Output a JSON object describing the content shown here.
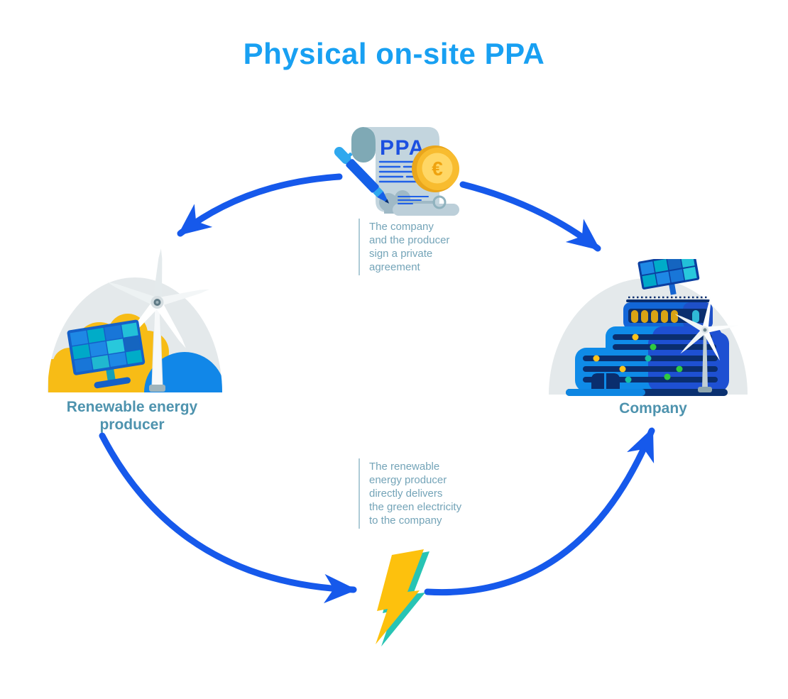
{
  "title": "Physical on-site PPA",
  "agreement": {
    "doc_label": "PPA",
    "coin_symbol": "€",
    "caption": {
      "lines": [
        "The company",
        "and the producer",
        "sign a private",
        "agreement"
      ]
    }
  },
  "producer": {
    "label_line1": "Renewable energy",
    "label_line2": "producer"
  },
  "company": {
    "label": "Company"
  },
  "delivery": {
    "caption": {
      "lines": [
        "The renewable",
        "energy producer",
        "directly delivers",
        "the green electricity",
        "to the company"
      ]
    }
  },
  "colors": {
    "title_blue": "#18A0F2",
    "arrow_blue": "#1659EB",
    "label_teal": "#4E93AE",
    "caption_teal": "#74A4B8",
    "document_gray_blue": "#C3D5DE",
    "document_curl": "#7FA9B5",
    "ppa_text_blue": "#1C50E0",
    "coin_gold": "#F8BC2F",
    "coin_face": "#FFD765",
    "lightning_yellow": "#FDC10D",
    "lightning_teal": "#28C4B4",
    "building_bright_blue": "#0F8BE8",
    "building_royal_blue": "#1E50D2",
    "building_navy": "#0A2E6E",
    "hill_yellow": "#F7BC16",
    "hill_blue": "#1187E8",
    "dome_gray": "#E4E9EB"
  }
}
